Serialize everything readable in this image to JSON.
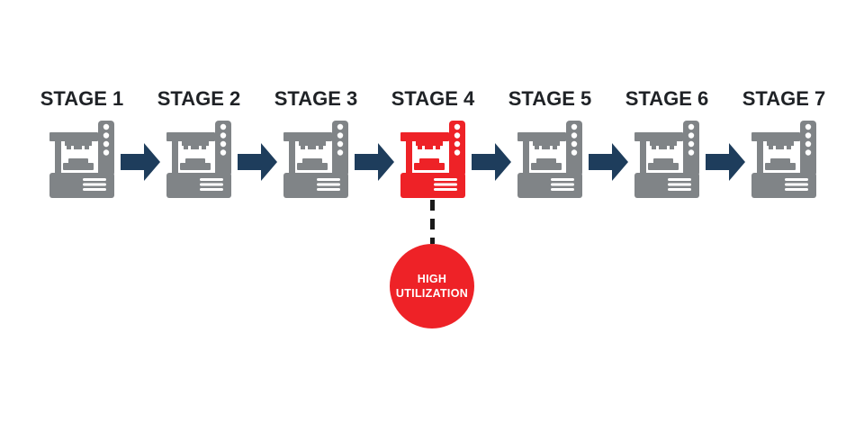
{
  "diagram": {
    "stages": [
      {
        "label": "STAGE 1",
        "status": "normal"
      },
      {
        "label": "STAGE 2",
        "status": "normal"
      },
      {
        "label": "STAGE 3",
        "status": "normal"
      },
      {
        "label": "STAGE 4",
        "status": "high-utilization"
      },
      {
        "label": "STAGE 5",
        "status": "normal"
      },
      {
        "label": "STAGE 6",
        "status": "normal"
      },
      {
        "label": "STAGE 7",
        "status": "normal"
      }
    ],
    "flow_arrow_count": 6,
    "callout": {
      "attached_to_stage": "STAGE 4",
      "line1": "HIGH",
      "line2": "UTILIZATION"
    },
    "colors": {
      "machine_gray": "#808487",
      "machine_red": "#EE2227",
      "arrow_navy": "#1E3D5C",
      "label_text": "#1F2226",
      "callout_bg": "#EE2227",
      "callout_text": "#FFFFFF",
      "connector_black": "#1A1A1A",
      "background": "#FFFFFF"
    }
  }
}
